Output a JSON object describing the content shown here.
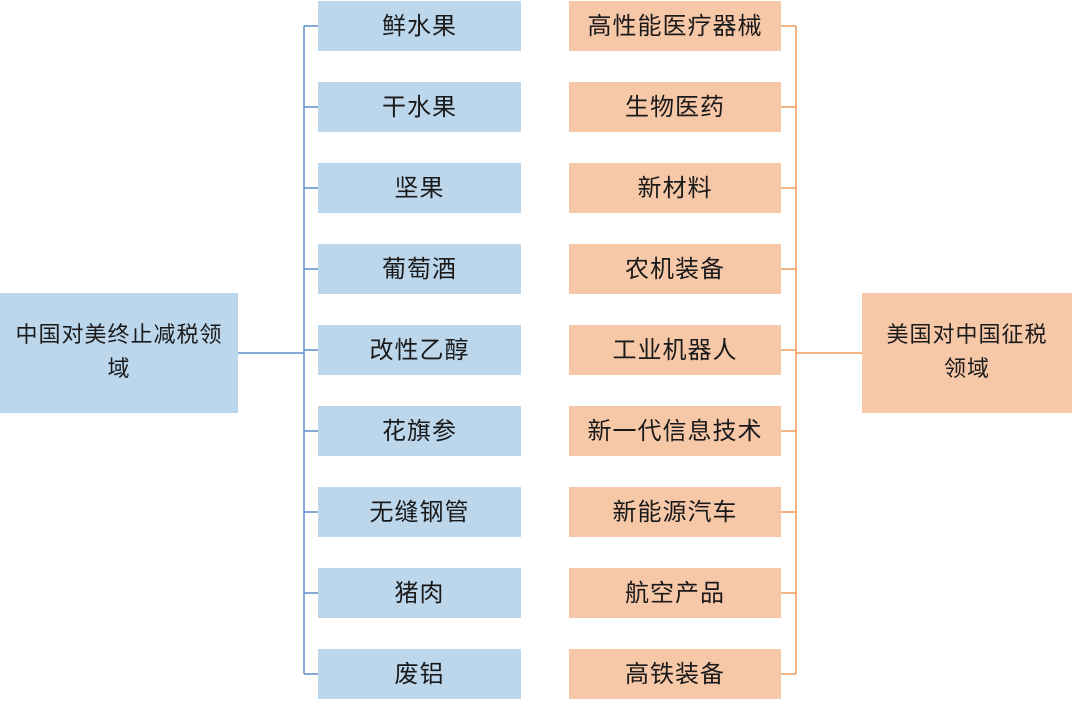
{
  "left_root": {
    "label": "中国对美终止减税领域"
  },
  "right_root": {
    "label": "美国对中国征税领域"
  },
  "left_items": [
    "鲜水果",
    "干水果",
    "坚果",
    "葡萄酒",
    "改性乙醇",
    "花旗参",
    "无缝钢管",
    "猪肉",
    "废铝"
  ],
  "right_items": [
    "高性能医疗器械",
    "生物医药",
    "新材料",
    "农机装备",
    "工业机器人",
    "新一代信息技术",
    "新能源汽车",
    "航空产品",
    "高铁装备"
  ],
  "colors": {
    "left_fill": "#bcd6ec",
    "right_fill": "#f7c8a8",
    "left_line": "#5b8fc7",
    "right_line": "#ee9a5c"
  }
}
